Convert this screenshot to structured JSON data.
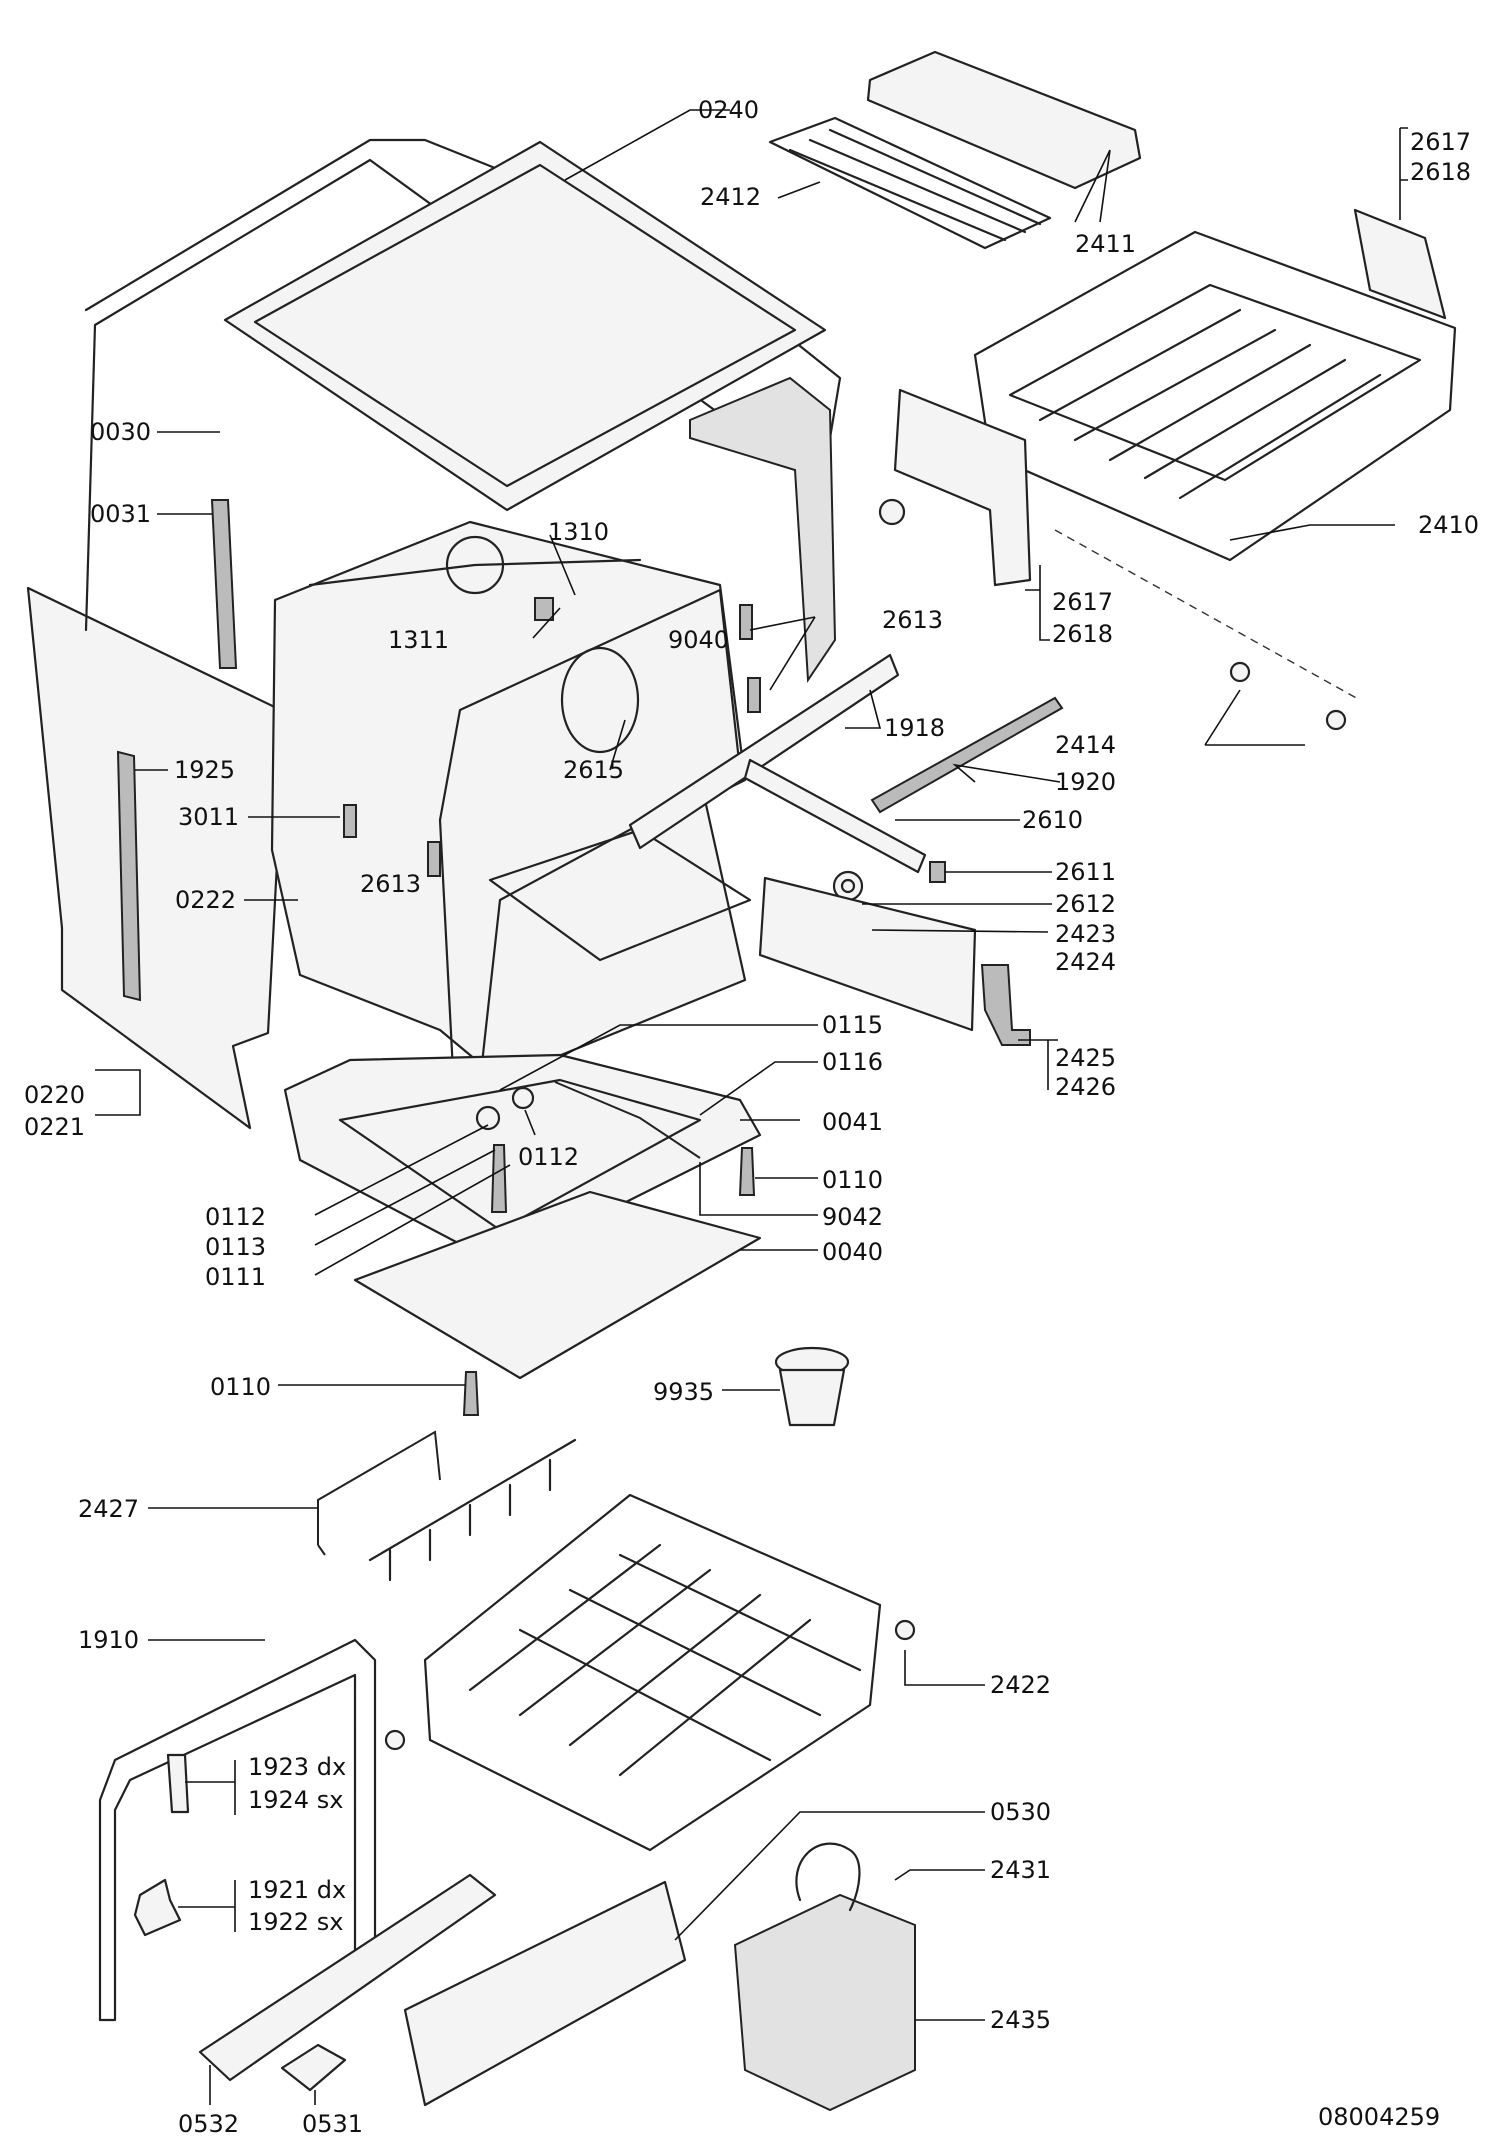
{
  "labels": {
    "l0240": "0240",
    "l2412": "2412",
    "l2411": "2411",
    "l2617a": "2617",
    "l2618a": "2618",
    "l0030": "0030",
    "l0031": "0031",
    "l1310": "1310",
    "l1311": "1311",
    "l9040": "9040",
    "l2613a": "2613",
    "l2617b": "2617",
    "l2618b": "2618",
    "l2410": "2410",
    "l1918": "1918",
    "l2615": "2615",
    "l2414": "2414",
    "l1925": "1925",
    "l3011": "3011",
    "l2613b": "2613",
    "l1920": "1920",
    "l2610": "2610",
    "l2611": "2611",
    "l0222": "0222",
    "l2612": "2612",
    "l2423": "2423",
    "l2424": "2424",
    "l0115": "0115",
    "l0116": "0116",
    "l2425": "2425",
    "l2426": "2426",
    "l0220": "0220",
    "l0221": "0221",
    "l0041": "0041",
    "l0112a": "0112",
    "l0110a": "0110",
    "l0112b": "0112",
    "l9042": "9042",
    "l0113": "0113",
    "l0040": "0040",
    "l0111": "0111",
    "l0110b": "0110",
    "l9935": "9935",
    "l2427": "2427",
    "l1910": "1910",
    "l2422": "2422",
    "l1923": "1923 dx",
    "l1924": "1924 sx",
    "l0530": "0530",
    "l2431": "2431",
    "l1921": "1921 dx",
    "l1922": "1922 sx",
    "l2435": "2435",
    "l0532": "0532",
    "l0531": "0531"
  },
  "drawing_number": "08004259"
}
